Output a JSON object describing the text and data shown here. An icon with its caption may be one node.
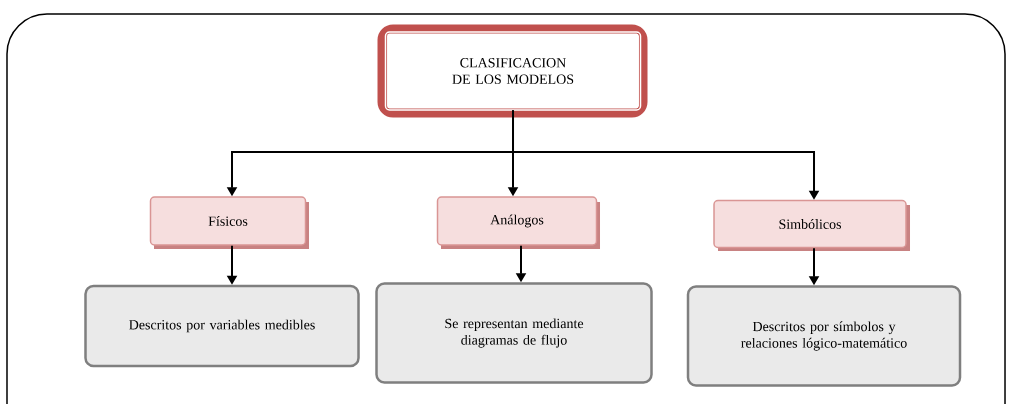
{
  "diagram": {
    "nodes": [
      {
        "text": [
          "CLASIFICACION DE LOS MODELOS"
        ]
      },
      {
        "text": [
          "Físicos"
        ]
      },
      {
        "text": [
          "Análogos"
        ]
      },
      {
        "text": [
          "Simbólicos"
        ]
      },
      {
        "text": [
          "Descritos por variables medibles"
        ]
      },
      {
        "text": [
          "Se representan mediante diagramas de flujo"
        ]
      },
      {
        "text": [
          "Descritos por símbolos y relaciones lógico-matemático"
        ]
      }
    ],
    "edges": [
      {
        "from": 0,
        "to": 1,
        "arrow": "to"
      },
      {
        "from": 0,
        "to": 2,
        "arrow": "to"
      },
      {
        "from": 0,
        "to": 3,
        "arrow": "to"
      },
      {
        "from": 1,
        "to": 4,
        "arrow": "to"
      },
      {
        "from": 2,
        "to": 5,
        "arrow": "to"
      },
      {
        "from": 3,
        "to": 6,
        "arrow": "to"
      }
    ]
  }
}
